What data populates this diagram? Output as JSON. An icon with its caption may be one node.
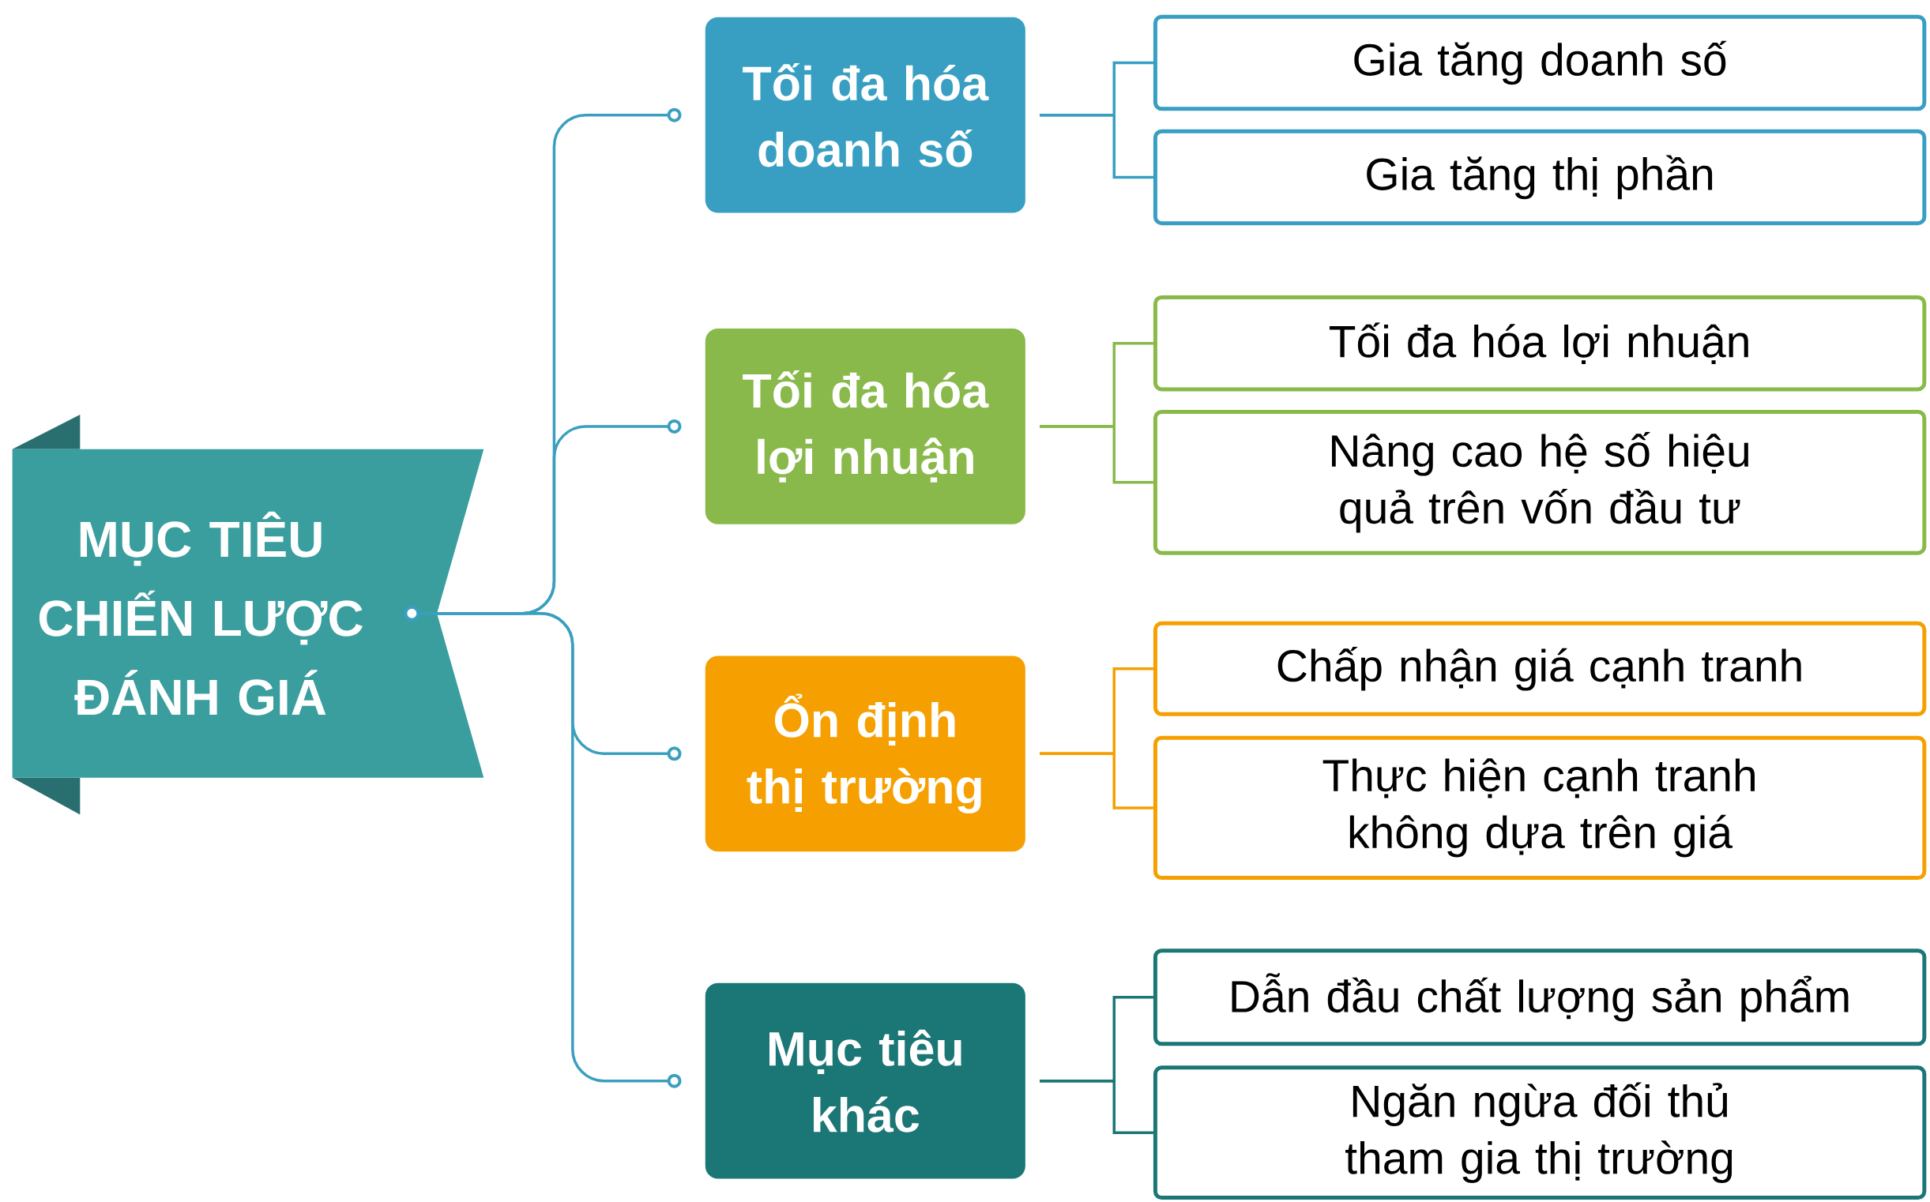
{
  "diagram": {
    "nodes": [
      {
        "text": [
          "MỤC TIÊU CHIẾN LƯỢC ĐÁNH GIÁ"
        ]
      },
      {
        "text": [
          "Tối đa hóa doanh số"
        ]
      },
      {
        "text": [
          "Tối đa hóa lợi nhuận"
        ]
      },
      {
        "text": [
          "Ổn định thị trường"
        ]
      },
      {
        "text": [
          "Mục tiêu khác"
        ]
      },
      {
        "text": [
          "Gia tăng doanh số"
        ]
      },
      {
        "text": [
          "Gia tăng thị phần"
        ]
      },
      {
        "text": [
          "Tối đa hóa lợi nhuận"
        ]
      },
      {
        "text": [
          "Nâng cao hệ số hiệu quả trên vốn đầu tư"
        ]
      },
      {
        "text": [
          "Chấp nhận giá cạnh tranh"
        ]
      },
      {
        "text": [
          "Thực hiện cạnh tranh không dựa trên giá"
        ]
      },
      {
        "text": [
          "Dẫn đầu chất lượng sản phẩm"
        ]
      },
      {
        "text": [
          "Ngăn ngừa đối thủ tham gia thị trường"
        ]
      }
    ],
    "edges": [
      {
        "from": 0,
        "to": 1,
        "arrow": "other",
        "color": "#3a9fbf"
      },
      {
        "from": 0,
        "to": 2,
        "arrow": "other",
        "color": "#3a9fbf"
      },
      {
        "from": 0,
        "to": 3,
        "arrow": "other",
        "color": "#3a9fbf"
      },
      {
        "from": 0,
        "to": 4,
        "arrow": "other",
        "color": "#3a9fbf"
      },
      {
        "from": 1,
        "to": 5,
        "arrow": "none",
        "color": "#389fc2"
      },
      {
        "from": 1,
        "to": 6,
        "arrow": "none",
        "color": "#389fc2"
      },
      {
        "from": 2,
        "to": 7,
        "arrow": "none",
        "color": "#88b94a"
      },
      {
        "from": 2,
        "to": 8,
        "arrow": "none",
        "color": "#88b94a"
      },
      {
        "from": 3,
        "to": 9,
        "arrow": "none",
        "color": "#f5a000"
      },
      {
        "from": 3,
        "to": 10,
        "arrow": "none",
        "color": "#f5a000"
      },
      {
        "from": 4,
        "to": 11,
        "arrow": "none",
        "color": "#1b7676"
      },
      {
        "from": 4,
        "to": 12,
        "arrow": "none",
        "color": "#1b7676"
      }
    ]
  }
}
